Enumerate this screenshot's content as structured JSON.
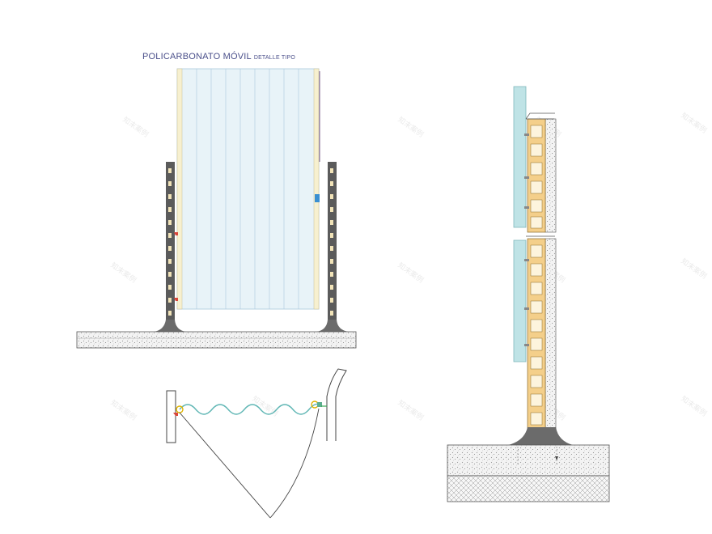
{
  "title": {
    "main": "POLICARBONATO MÓVIL",
    "sub": "DETALLE TIPO"
  },
  "watermark": "知末案例",
  "colors": {
    "ink": "#4a4f8a",
    "panel_fill": "#e8f3f8",
    "panel_line": "#a9c9dc",
    "glass": "#bfe3e6",
    "brick": "#f4cf8a",
    "post": "#5b5b5b",
    "accent_red": "#d9463b",
    "accent_blue": "#3a8fd1",
    "accent_green": "#5cae8f"
  }
}
